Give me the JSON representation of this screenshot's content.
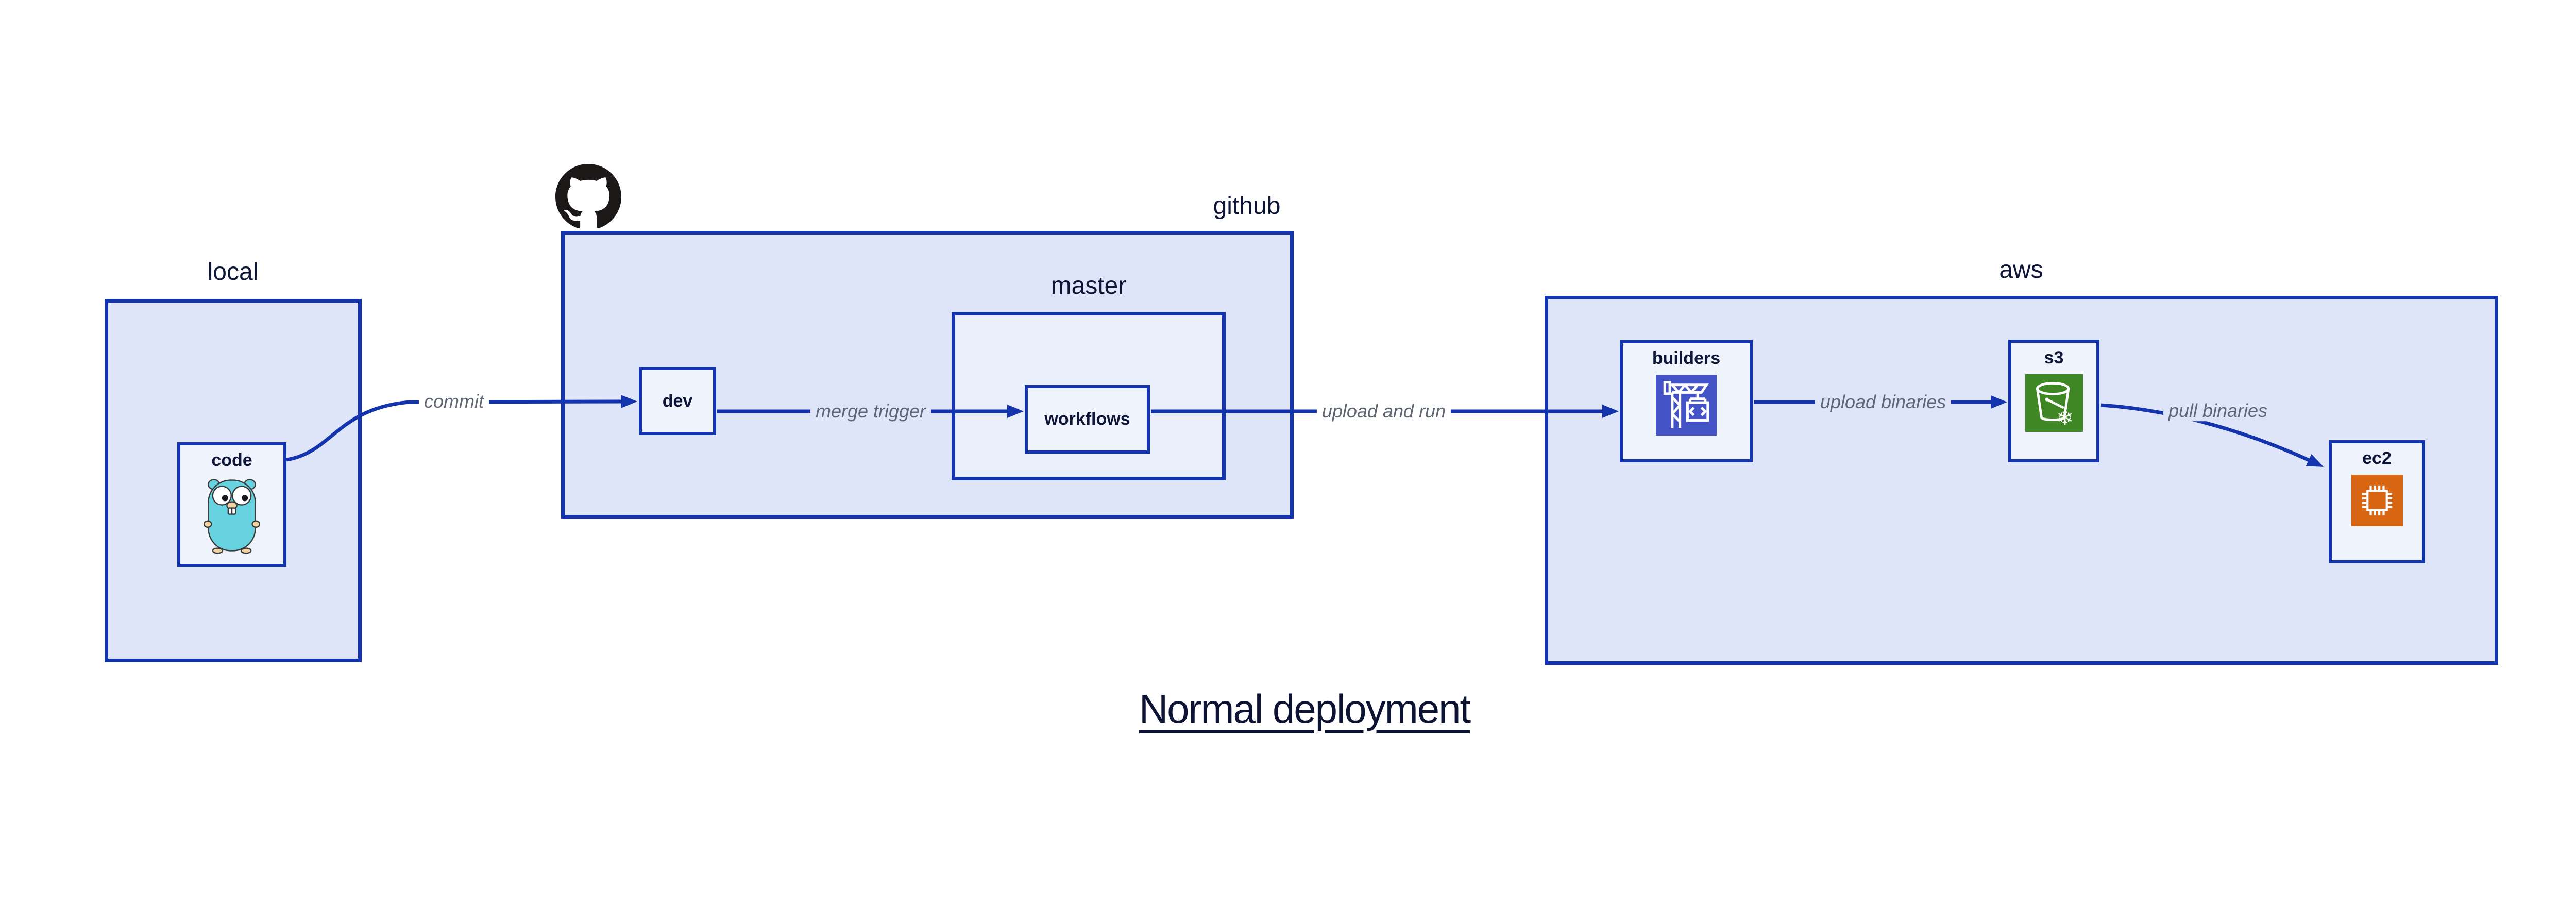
{
  "title": "Normal deployment",
  "groups": {
    "local": {
      "label": "local"
    },
    "github": {
      "label": "github"
    },
    "master": {
      "label": "master"
    },
    "aws": {
      "label": "aws"
    }
  },
  "nodes": {
    "code": {
      "label": "code",
      "icon": "go-gopher-icon"
    },
    "dev": {
      "label": "dev"
    },
    "workflows": {
      "label": "workflows"
    },
    "builders": {
      "label": "builders",
      "icon": "codebuild-crane-icon"
    },
    "s3": {
      "label": "s3",
      "icon": "s3-bucket-snowflake-icon"
    },
    "ec2": {
      "label": "ec2",
      "icon": "ec2-chip-icon"
    }
  },
  "edges": {
    "commit": {
      "label": "commit",
      "from": "code",
      "to": "dev"
    },
    "merge_trigger": {
      "label": "merge trigger",
      "from": "dev",
      "to": "workflows"
    },
    "upload_and_run": {
      "label": "upload and run",
      "from": "workflows",
      "to": "builders"
    },
    "upload_binaries": {
      "label": "upload binaries",
      "from": "builders",
      "to": "s3"
    },
    "pull_binaries": {
      "label": "pull binaries",
      "from": "s3",
      "to": "ec2"
    }
  },
  "icons": {
    "github_logo": "github-octocat-mark"
  },
  "colors": {
    "stroke_blue": "#1434ae",
    "group_fill": "#dfe5f8",
    "subgroup_fill": "#e9eefb",
    "node_fill": "#eff3fc",
    "label_navy": "#0e1638",
    "edge_label_gray": "#5f6673",
    "github_logo_black": "#1b1817",
    "codebuild_indigo": "#4453c5",
    "s3_green": "#3f8624",
    "ec2_orange": "#d86613",
    "gopher_teal": "#67d3e0"
  }
}
